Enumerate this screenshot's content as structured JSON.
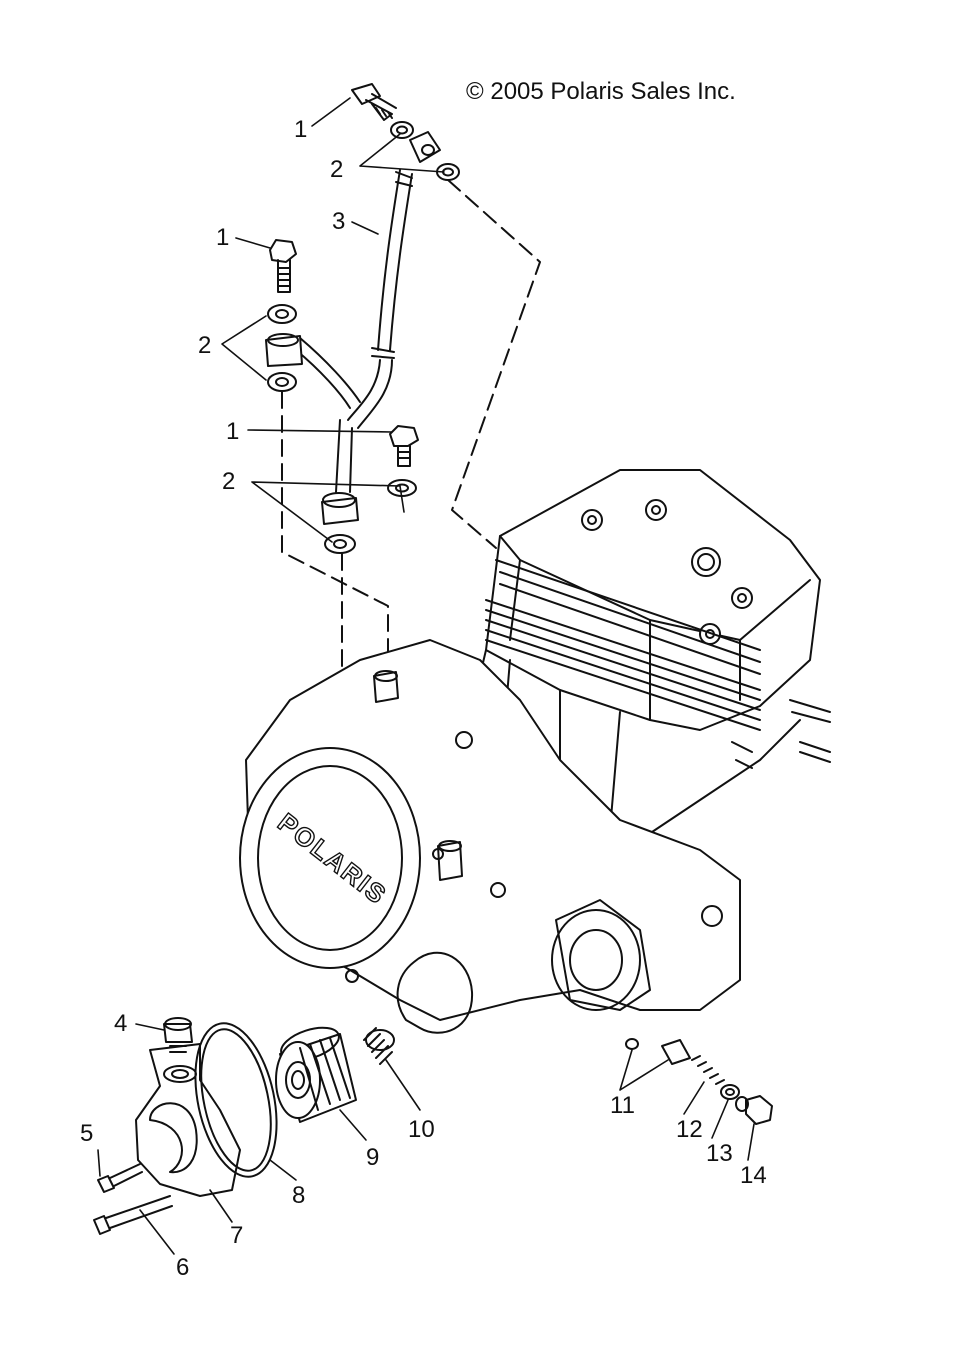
{
  "copyright": "© 2005 Polaris Sales Inc.",
  "brand_mark": "POLARIS",
  "callouts": {
    "c1a": "1",
    "c1b": "1",
    "c1c": "1",
    "c2a": "2",
    "c2b": "2",
    "c2c": "2",
    "c3": "3",
    "c4": "4",
    "c5": "5",
    "c6": "6",
    "c7": "7",
    "c8": "8",
    "c9": "9",
    "c10": "10",
    "c11": "11",
    "c12": "12",
    "c13": "13",
    "c14": "14"
  },
  "colors": {
    "ink": "#111111",
    "paper": "#ffffff"
  }
}
